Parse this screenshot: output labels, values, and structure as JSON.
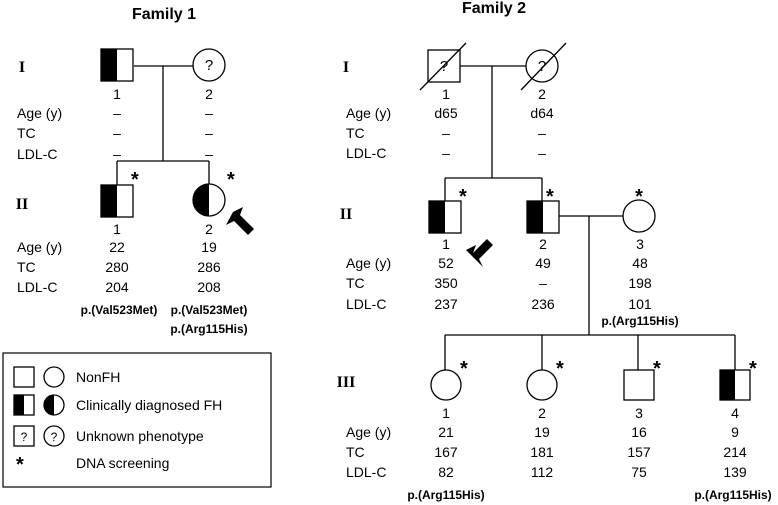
{
  "family1": {
    "title": "Family 1",
    "gen_I": "I",
    "gen_II": "II",
    "row_labels": {
      "age": "Age (y)",
      "tc": "TC",
      "ldl": "LDL-C"
    },
    "I1": {
      "num": "1",
      "age": "–",
      "tc": "–",
      "ldl": "–"
    },
    "I2": {
      "num": "2",
      "symbol_text": "?",
      "age": "–",
      "tc": "–",
      "ldl": "–"
    },
    "II1": {
      "num": "1",
      "age": "22",
      "tc": "280",
      "ldl": "204",
      "mutation": "p.(Val523Met)"
    },
    "II2": {
      "num": "2",
      "age": "19",
      "tc": "286",
      "ldl": "208",
      "mutation": "p.(Val523Met)",
      "mutation2": "p.(Arg115His)"
    }
  },
  "family2": {
    "title": "Family 2",
    "gen_I": "I",
    "gen_II": "II",
    "gen_III": "III",
    "row_labels": {
      "age": "Age (y)",
      "tc": "TC",
      "ldl": "LDL-C"
    },
    "I1": {
      "num": "1",
      "symbol_text": "?",
      "age": "d65",
      "tc": "–",
      "ldl": "–"
    },
    "I2": {
      "num": "2",
      "symbol_text": "?",
      "age": "d64",
      "tc": "–",
      "ldl": "–"
    },
    "II1": {
      "num": "1",
      "age": "52",
      "tc": "350",
      "ldl": "237"
    },
    "II2": {
      "num": "2",
      "age": "49",
      "tc": "–",
      "ldl": "236"
    },
    "II3": {
      "num": "3",
      "age": "48",
      "tc": "198",
      "ldl": "101",
      "mutation": "p.(Arg115His)"
    },
    "III1": {
      "num": "1",
      "age": "21",
      "tc": "167",
      "ldl": "82",
      "mutation": "p.(Arg115His)"
    },
    "III2": {
      "num": "2",
      "age": "19",
      "tc": "181",
      "ldl": "112"
    },
    "III3": {
      "num": "3",
      "age": "16",
      "tc": "157",
      "ldl": "75"
    },
    "III4": {
      "num": "4",
      "age": "9",
      "tc": "214",
      "ldl": "139",
      "mutation": "p.(Arg115His)"
    }
  },
  "legend": {
    "nonfh": "NonFH",
    "fh": "Clinically diagnosed FH",
    "unknown": "Unknown phenotype",
    "unknown_symbol": "?",
    "screen_symbol": "*",
    "screen": "DNA screening"
  }
}
